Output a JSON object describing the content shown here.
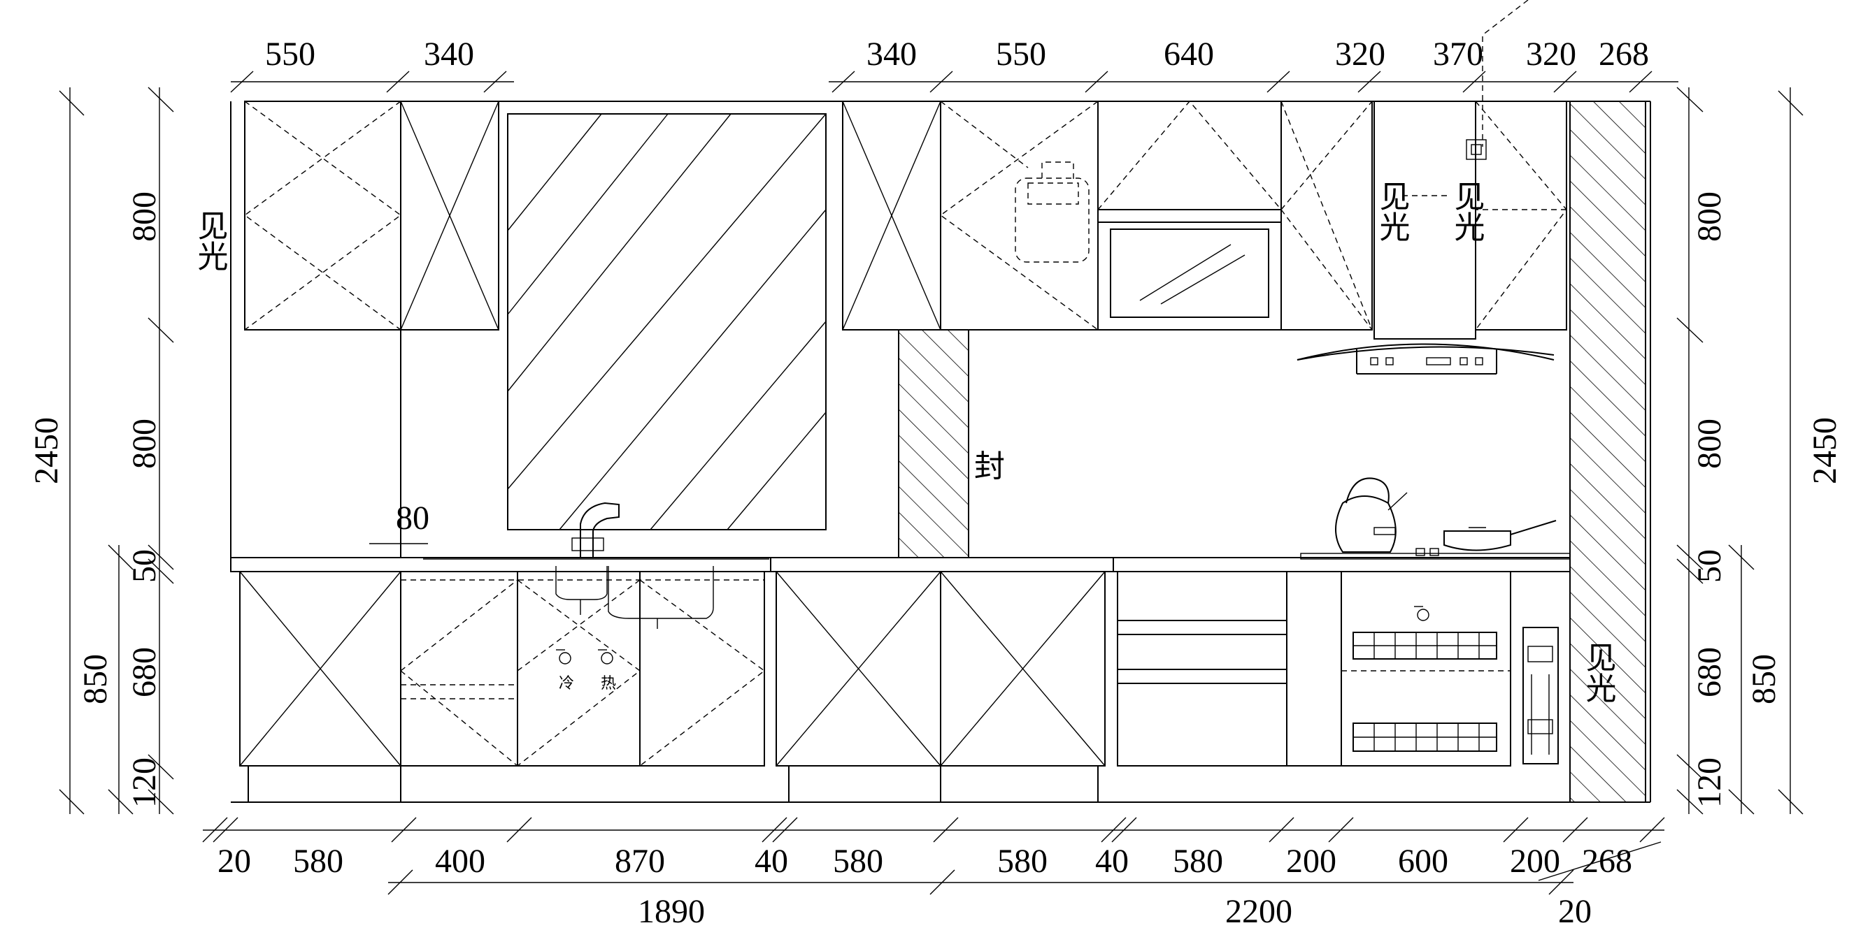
{
  "dimensions": {
    "top_left": [
      "550",
      "340"
    ],
    "top_right": [
      "340",
      "550",
      "640",
      "320",
      "370",
      "320",
      "268"
    ],
    "bottom_row": [
      "20",
      "580",
      "400",
      "870",
      "40",
      "580",
      "580",
      "40",
      "580",
      "200",
      "600",
      "200",
      "268"
    ],
    "bottom_totals": [
      "1890",
      "2200",
      "20"
    ],
    "left_heights": [
      "800",
      "800",
      "50",
      "680",
      "120"
    ],
    "left_total": "2450",
    "left_base": "850",
    "right_heights": [
      "800",
      "800",
      "50",
      "680",
      "120"
    ],
    "right_total": "2450",
    "right_base": "850",
    "sink_offset": "80"
  },
  "labels": {
    "visible_light_1": "见光",
    "visible_light_2": "见光",
    "visible_light_3": "见光",
    "visible_light_4": "见光",
    "seal": "封",
    "cold": "冷",
    "hot": "热"
  }
}
